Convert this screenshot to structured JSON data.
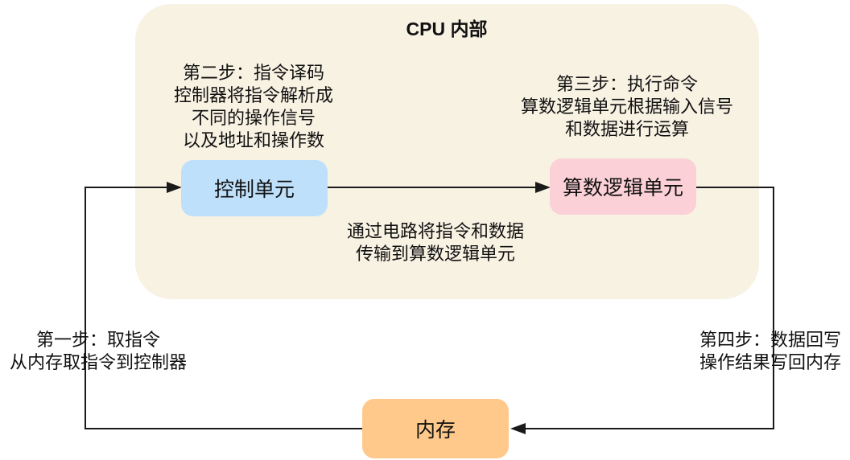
{
  "title": "CPU 内部",
  "colors": {
    "cpu_container": "#F8F2E3",
    "control_unit_fill": "#BEE0FA",
    "alu_fill": "#FBD0D6",
    "memory_fill": "#FFC98C",
    "line": "#1A1A1A",
    "text": "#111111"
  },
  "nodes": {
    "control_unit": {
      "label": "控制单元",
      "fill": "#BEE0FA"
    },
    "alu": {
      "label": "算数逻辑单元",
      "fill": "#FBD0D6"
    },
    "memory": {
      "label": "内存",
      "fill": "#FFC98C"
    }
  },
  "annotations": {
    "step1": {
      "lines": [
        "第一步：取指令",
        "从内存取指令到控制器"
      ]
    },
    "step2": {
      "lines": [
        "第二步：指令译码",
        "控制器将指令解析成",
        "不同的操作信号",
        "以及地址和操作数"
      ]
    },
    "step3": {
      "lines": [
        "第三步：执行命令",
        "算数逻辑单元根据输入信号",
        "和数据进行运算"
      ]
    },
    "step4": {
      "lines": [
        "第四步：数据回写",
        "操作结果写回内存"
      ]
    },
    "bus_note": {
      "lines": [
        "通过电路将指令和数据",
        "传输到算数逻辑单元"
      ]
    }
  }
}
